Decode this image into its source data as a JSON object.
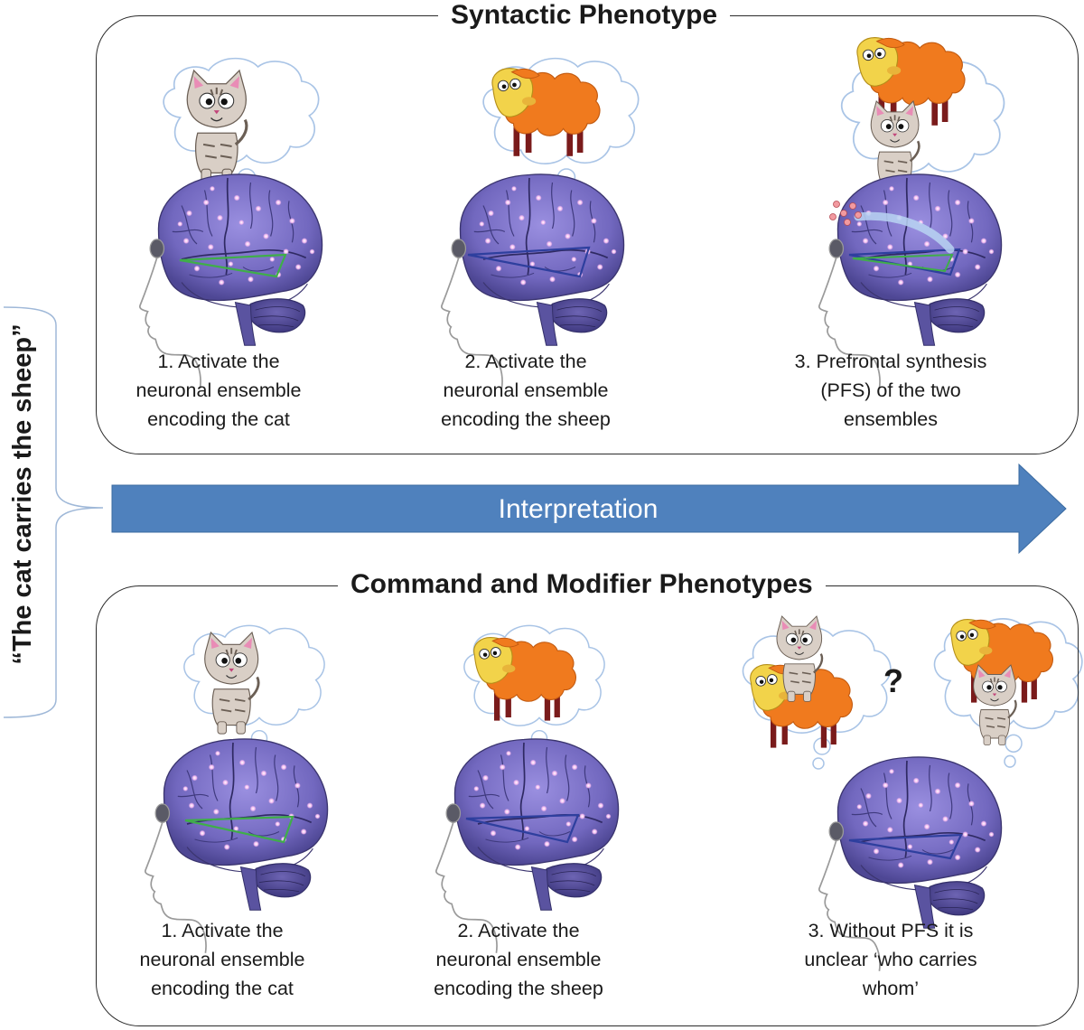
{
  "vertical_label": "“The cat carries the sheep”",
  "arrow_label": "Interpretation",
  "top_panel": {
    "title": "Syntactic Phenotype",
    "captions": [
      [
        "1. Activate the",
        "neuronal ensemble",
        "encoding the cat"
      ],
      [
        "2. Activate the",
        "neuronal ensemble",
        "encoding the sheep"
      ],
      [
        "3. Prefrontal synthesis",
        "(PFS) of the two",
        "ensembles"
      ]
    ]
  },
  "bottom_panel": {
    "title": "Command and Modifier Phenotypes",
    "captions": [
      [
        "1. Activate the",
        "neuronal ensemble",
        "encoding the cat"
      ],
      [
        "2. Activate the",
        "neuronal ensemble",
        "encoding the sheep"
      ],
      [
        "3. Without PFS it is",
        "unclear ‘who carries",
        "whom’"
      ]
    ],
    "question_mark": "?"
  },
  "colors": {
    "arrow": "#4f81bd",
    "brain": "#7b72c4",
    "cloud": "#a9c4e6",
    "sheep": "#f07a1e",
    "cat": "#cbbfb4",
    "ensemble_cat": "#3fae49",
    "ensemble_sheep": "#2e3f9e"
  }
}
